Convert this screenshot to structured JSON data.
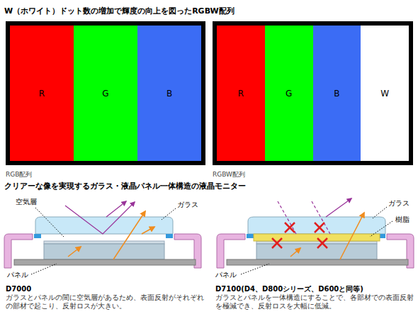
{
  "diagram": {
    "title": "W（ホワイト）ドット数の増加で輝度の向上を図ったRGBW配列",
    "nodes": [
      {
        "text": [
          "RGB配列"
        ]
      },
      {
        "text": [
          "R"
        ],
        "in": 0
      },
      {
        "text": [
          "G"
        ],
        "in": 0
      },
      {
        "text": [
          "B"
        ],
        "in": 0
      },
      {
        "text": [
          "RGBW配列"
        ]
      },
      {
        "text": [
          "R"
        ],
        "in": 4
      },
      {
        "text": [
          "G"
        ],
        "in": 4
      },
      {
        "text": [
          "B"
        ],
        "in": 4
      },
      {
        "text": [
          "W"
        ],
        "in": 4
      }
    ],
    "labels": [
      "クリアーな像を実現するガラス・液晶パネル一体構造の液晶モニター",
      "空気層",
      "ガラス",
      "パネル",
      "D7000",
      "ガラスとパネルの間に空気層があるため、表面反射がそれぞれの部材で起こり、反射ロスが大きい。",
      "ガラス",
      "樹脂",
      "パネル",
      "D7100(D4、D800シリーズ、D600と同等)",
      "ガラスとパネルを一体構造にすることで、各部材での表面反射を極減でき、反射ロスを大幅に低減。"
    ]
  }
}
